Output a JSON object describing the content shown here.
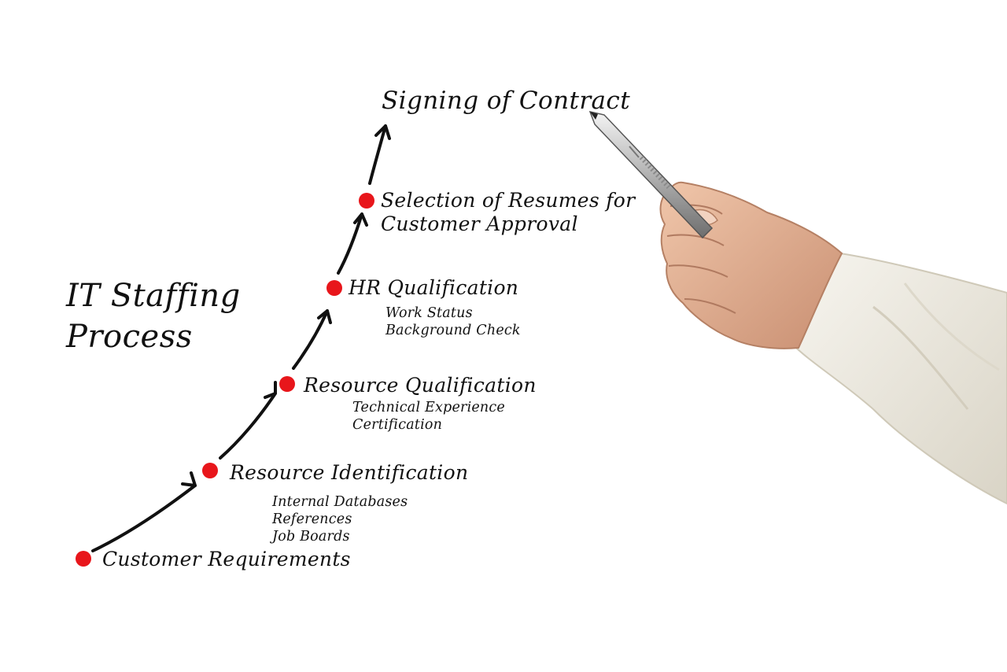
{
  "diagram": {
    "title_lines": [
      "IT Staffing",
      "Process"
    ],
    "steps": [
      {
        "label": "Customer Requirements",
        "details": []
      },
      {
        "label": "Resource Identification",
        "details": [
          "Internal Databases",
          "References",
          "Job Boards"
        ]
      },
      {
        "label": "Resource Qualification",
        "details": [
          "Technical Experience",
          "Certification"
        ]
      },
      {
        "label": "HR Qualification",
        "details": [
          "Work Status",
          "Background Check"
        ]
      },
      {
        "label_lines": [
          "Selection of Resumes for",
          "Customer Approval"
        ],
        "details": []
      }
    ],
    "final_step": "Signing of Contract"
  },
  "colors": {
    "ink": "#111111",
    "marker": "#e8161b",
    "skin": "#e6b89a",
    "sleeve": "#efece3"
  },
  "icons": {
    "pen": "pen-icon",
    "hand": "hand-icon"
  }
}
